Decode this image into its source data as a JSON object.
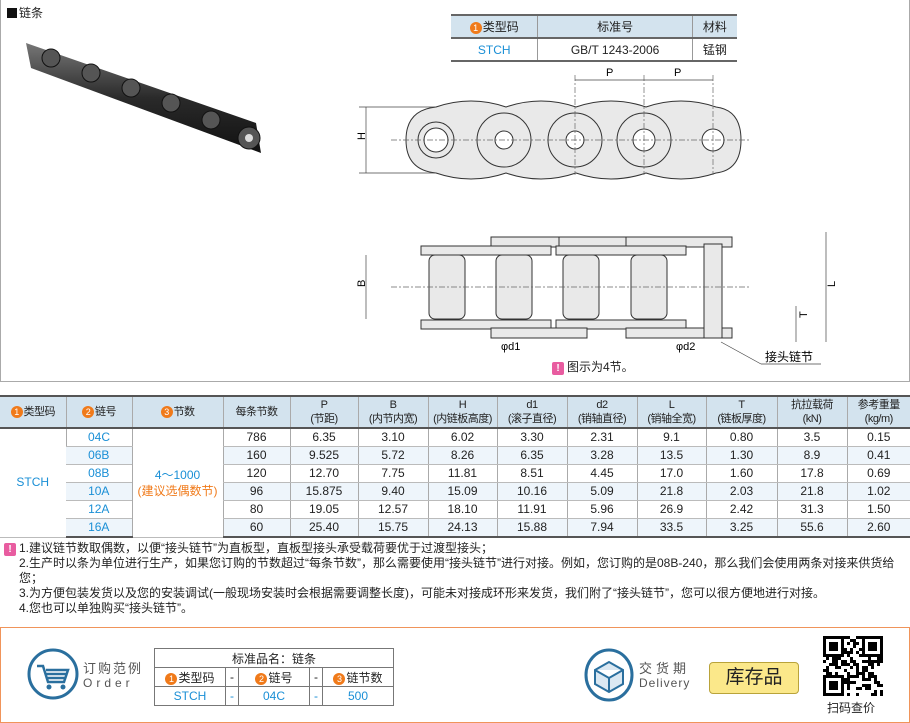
{
  "title": "链条",
  "spec_table": {
    "headers": [
      "类型码",
      "标准号",
      "材料"
    ],
    "row": [
      "STCH",
      "GB/T 1243-2006",
      "锰钢"
    ]
  },
  "drawing": {
    "labels": {
      "p1": "P",
      "p2": "P",
      "h": "H",
      "b": "B",
      "l": "L",
      "t": "T",
      "d1": "φd1",
      "d2": "φd2",
      "joint": "接头链节"
    },
    "note": "图示为4节。"
  },
  "main_table": {
    "headers": [
      [
        "类型码"
      ],
      [
        "链号"
      ],
      [
        "节数"
      ],
      [
        "每条节数"
      ],
      [
        "P",
        "(节距)"
      ],
      [
        "B",
        "(内节内宽)"
      ],
      [
        "H",
        "(内链板高度)"
      ],
      [
        "d1",
        "(滚子直径)"
      ],
      [
        "d2",
        "(销轴直径)"
      ],
      [
        "L",
        "(销轴全宽)"
      ],
      [
        "T",
        "(链板厚度)"
      ],
      [
        "抗拉载荷",
        "(kN)"
      ],
      [
        "参考重量",
        "(kg/m)"
      ]
    ],
    "type_code": "STCH",
    "pitch_count": "4～1000",
    "pitch_note": "(建议选偶数节)",
    "rows": [
      [
        "04C",
        "786",
        "6.35",
        "3.10",
        "6.02",
        "3.30",
        "2.31",
        "9.1",
        "0.80",
        "3.5",
        "0.15"
      ],
      [
        "06B",
        "160",
        "9.525",
        "5.72",
        "8.26",
        "6.35",
        "3.28",
        "13.5",
        "1.30",
        "8.9",
        "0.41"
      ],
      [
        "08B",
        "120",
        "12.70",
        "7.75",
        "11.81",
        "8.51",
        "4.45",
        "17.0",
        "1.60",
        "17.8",
        "0.69"
      ],
      [
        "10A",
        "96",
        "15.875",
        "9.40",
        "15.09",
        "10.16",
        "5.09",
        "21.8",
        "2.03",
        "21.8",
        "1.02"
      ],
      [
        "12A",
        "80",
        "19.05",
        "12.57",
        "18.10",
        "11.91",
        "5.96",
        "26.9",
        "2.42",
        "31.3",
        "1.50"
      ],
      [
        "16A",
        "60",
        "25.40",
        "15.75",
        "24.13",
        "15.88",
        "7.94",
        "33.5",
        "3.25",
        "55.6",
        "2.60"
      ]
    ]
  },
  "notes": [
    "1.建议链节数取偶数，以便“接头链节”为直板型，直板型接头承受载荷要优于过渡型接头；",
    "2.生产时以条为单位进行生产，如果您订购的节数超过“每条节数”，那么需要使用“接头链节”进行对接。例如，您订购的是08B-240，那么我们会使用两条对接来供货给您；",
    "3.为方便包装发货以及您的安装调试(一般现场安装时会根据需要调整长度)，可能未对接成环形来发货，我们附了“接头链节”，您可以很方便地进行对接。",
    "4.您也可以单独购买“接头链节”。"
  ],
  "order": {
    "label_cn": "订购范例",
    "label_en": "Order",
    "std_name": "标准品名：链条",
    "headers": [
      "类型码",
      "-",
      "链号",
      "-",
      "链节数"
    ],
    "values": [
      "STCH",
      "-",
      "04C",
      "-",
      "500"
    ]
  },
  "delivery": {
    "label_cn": "交货期",
    "label_en": "Delivery",
    "status": "库存品"
  },
  "qr": {
    "label": "扫码查价"
  },
  "colors": {
    "accent": "#1a8fd6",
    "orange": "#f07a1a",
    "header_bg": "#d3e3ee"
  }
}
